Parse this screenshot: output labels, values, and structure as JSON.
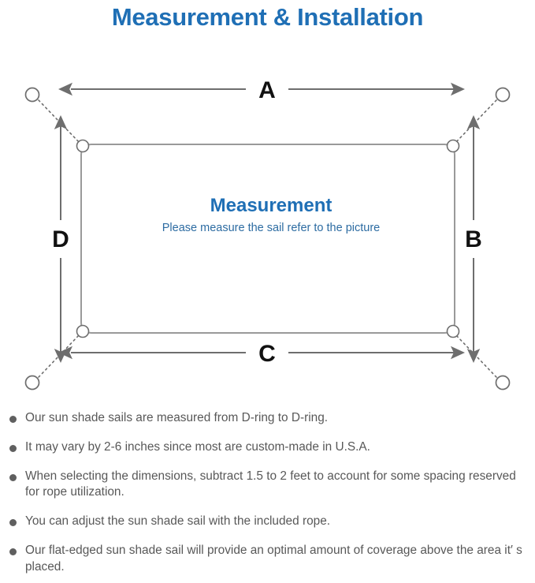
{
  "page": {
    "title": "Measurement & Installation",
    "title_color": "#1f6fb5"
  },
  "diagram": {
    "center_title": "Measurement",
    "center_subtitle": "Please measure the sail refer to the picture",
    "center_title_color": "#1f6fb5",
    "center_subtitle_color": "#2d6ca2",
    "sail_stroke_color": "#9a9a9a",
    "arrow_color": "#6e6e6e",
    "rope_color": "#6e6e6e",
    "ring_stroke_color": "#6e6e6e",
    "labels": {
      "top": "A",
      "right": "B",
      "bottom": "C",
      "left": "D"
    }
  },
  "notes": [
    {
      "text": "Our sun shade sails are measured from D-ring to D-ring."
    },
    {
      "text": "It may vary by 2-6 inches since most are custom-made in U.S.A."
    },
    {
      "text": "When selecting the dimensions, subtract 1.5 to 2 feet to account for some spacing reserved for rope utilization."
    },
    {
      "text": "You can adjust the sun shade sail with the included rope."
    },
    {
      "text": "Our flat-edged sun shade sail will provide an optimal amount of coverage above the area it′ s placed."
    }
  ]
}
